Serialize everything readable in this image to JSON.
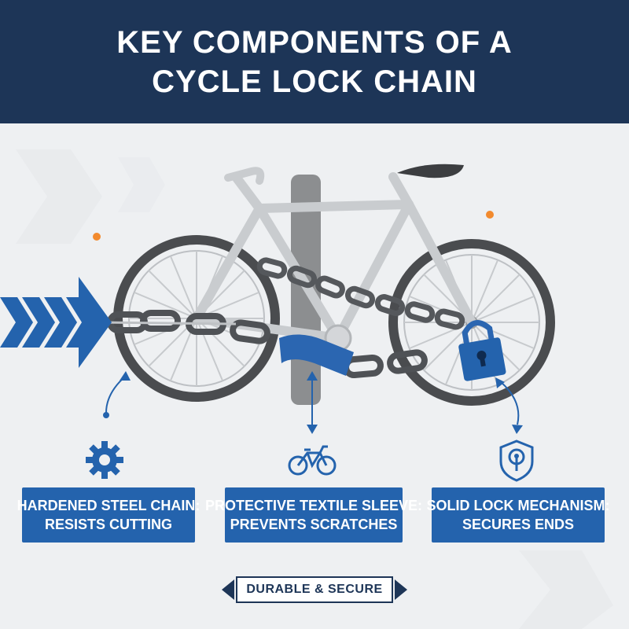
{
  "title": {
    "line1": "KEY COMPONENTS OF A",
    "line2": "CYCLE LOCK CHAIN"
  },
  "components": [
    {
      "line1": "HARDENED STEEL CHAIN:",
      "line2": "RESISTS CUTTING",
      "icon": "gear-icon"
    },
    {
      "line1": "PROTECTIVE TEXTILE SLEEVE:",
      "line2": "PREVENTS SCRATCHES",
      "icon": "bicycle-icon"
    },
    {
      "line1": "SOLID LOCK MECHANISM:",
      "line2": "SECURES ENDS",
      "icon": "shield-lock-icon"
    }
  ],
  "footer": {
    "label": "DURABLE & SECURE"
  },
  "colors": {
    "header": "#1d3557",
    "accent_blue": "#2463ad",
    "accent_orange": "#f28a2e",
    "background": "#eef0f2"
  }
}
